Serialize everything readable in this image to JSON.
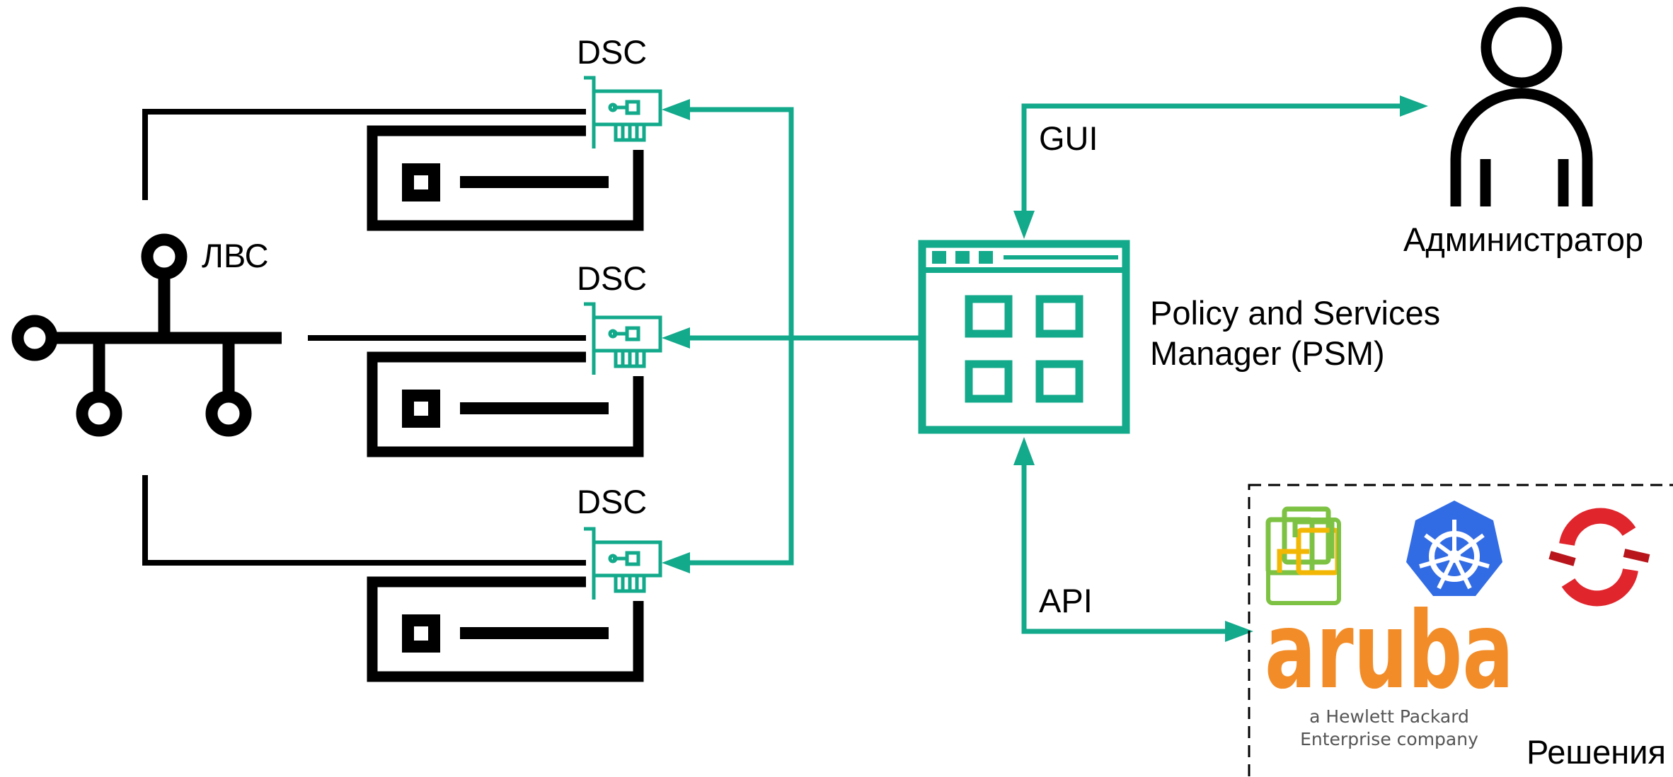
{
  "labels": {
    "lan": "ЛВС",
    "dsc_1": "DSC",
    "dsc_2": "DSC",
    "dsc_3": "DSC",
    "gui": "GUI",
    "api": "API",
    "psm_line1": "Policy and Services",
    "psm_line2": "Manager (PSM)",
    "admin": "Администратор",
    "solutions": "Решения"
  },
  "logos": {
    "vmware": "vmware-logo",
    "kubernetes": "kubernetes-logo",
    "openshift": "openshift-logo",
    "aruba": {
      "wordmark": "aruba",
      "tagline_line1": "a Hewlett Packard",
      "tagline_line2": "Enterprise company"
    }
  },
  "colors": {
    "accent_green": "#13A98B",
    "black": "#000000",
    "aruba_orange": "#F28C28",
    "kubernetes_blue": "#326CE5",
    "openshift_red": "#E0252C",
    "vmware_green": "#7DC243",
    "vmware_yellow": "#F2B705"
  }
}
